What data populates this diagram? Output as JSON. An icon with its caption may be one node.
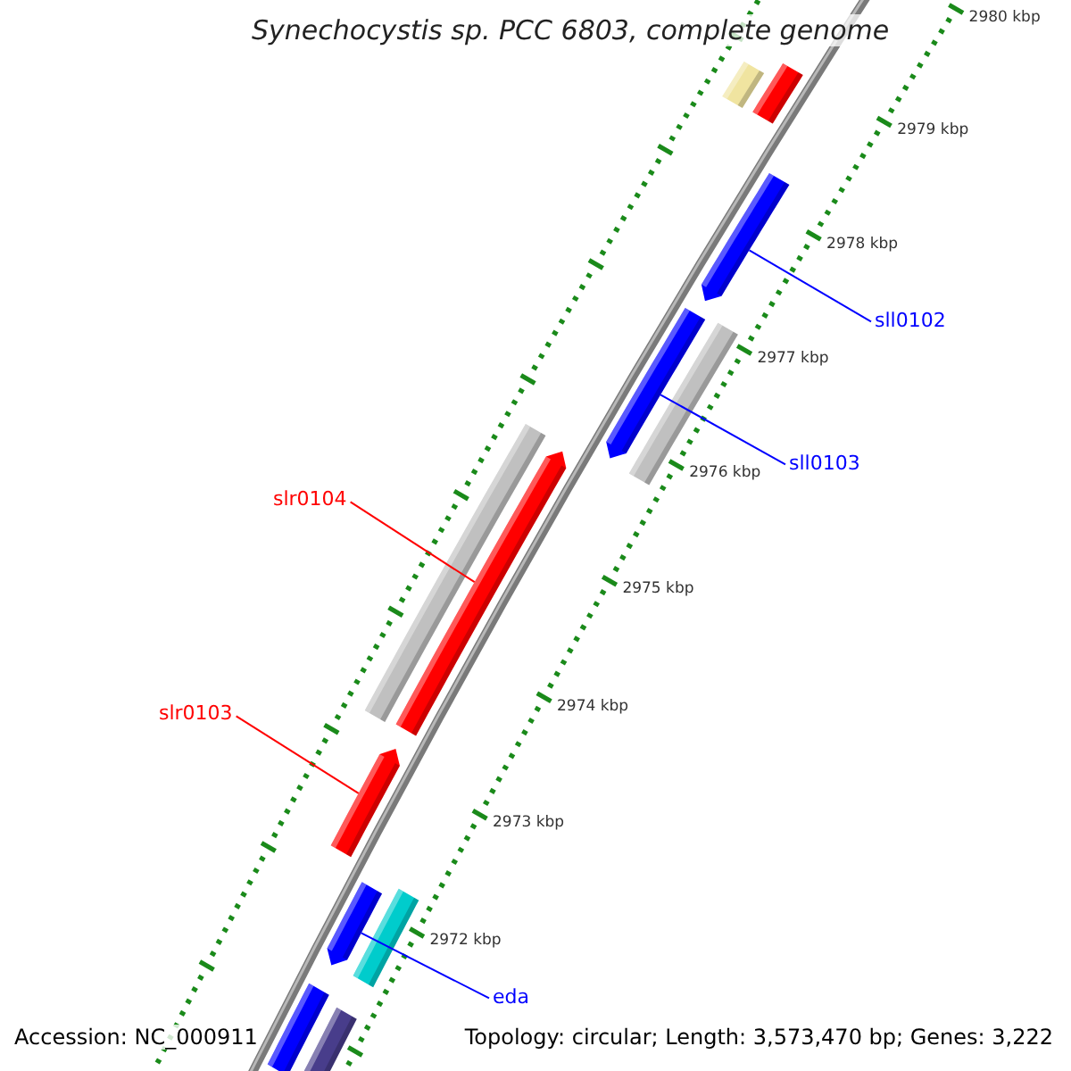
{
  "diagram": {
    "title": "Synechocystis sp. PCC 6803, complete genome",
    "nodes": [
      {
        "text": [
          "sll0102"
        ]
      },
      {
        "text": [
          "sll0103"
        ]
      },
      {
        "text": [
          "slr0104"
        ]
      },
      {
        "text": [
          "slr0103"
        ]
      },
      {
        "text": [
          "eda"
        ]
      },
      {
        "text": [],
        "shape": "bar"
      },
      {
        "text": [],
        "shape": "bar"
      },
      {
        "text": [],
        "shape": "arrow"
      },
      {
        "text": [],
        "shape": "arrow"
      },
      {
        "text": [],
        "shape": "bar"
      },
      {
        "text": [],
        "shape": "bar"
      },
      {
        "text": [],
        "shape": "arrow"
      },
      {
        "text": [],
        "shape": "arrow"
      },
      {
        "text": [],
        "shape": "arrow"
      },
      {
        "text": [],
        "shape": "bar"
      },
      {
        "text": [],
        "shape": "bar"
      },
      {
        "text": [],
        "shape": "bar"
      }
    ],
    "edges": [
      {
        "from": 0,
        "to": 7,
        "arrow": "none"
      },
      {
        "from": 1,
        "to": 8,
        "arrow": "none"
      },
      {
        "from": 2,
        "to": 11,
        "arrow": "none",
        "color": "#ff0000"
      },
      {
        "from": 3,
        "to": 12,
        "arrow": "none",
        "color": "#ff0000"
      },
      {
        "from": 4,
        "to": 13,
        "arrow": "none"
      }
    ],
    "labels": [
      "2980 kbp",
      "2979 kbp",
      "2978 kbp",
      "2977 kbp",
      "2976 kbp",
      "2975 kbp",
      "2974 kbp",
      "2973 kbp",
      "2972 kbp",
      "Accession: NC_000911",
      "Topology: circular; Length: 3,573,470 bp; Genes: 3,222"
    ]
  }
}
